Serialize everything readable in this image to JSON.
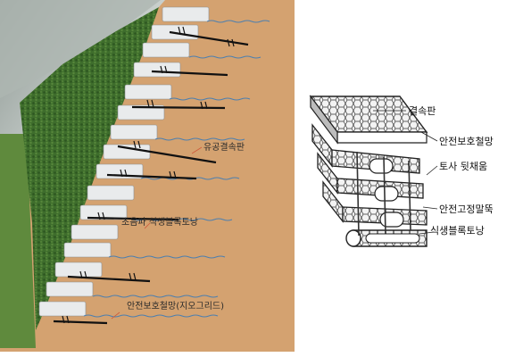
{
  "left_diagram": {
    "labels": {
      "perforated_plate": "유공결속판",
      "vegetation_bag": "초음파 식생블록토낭",
      "geogrid": "안전보호철망(지오그리드)"
    }
  },
  "right_diagram": {
    "labels": {
      "binding_plate": "결속판",
      "safety_mesh": "안전보호철망",
      "soil_backfill": "토사 뒷채움",
      "fixing_pile": "안전고정말뚝",
      "vegetation_bag": "식생블록토낭"
    }
  },
  "colors": {
    "soil": "#d4a270",
    "vegetation": "#3d6b2a",
    "block": "#e9ebec",
    "sky": "#b9c3c0"
  }
}
